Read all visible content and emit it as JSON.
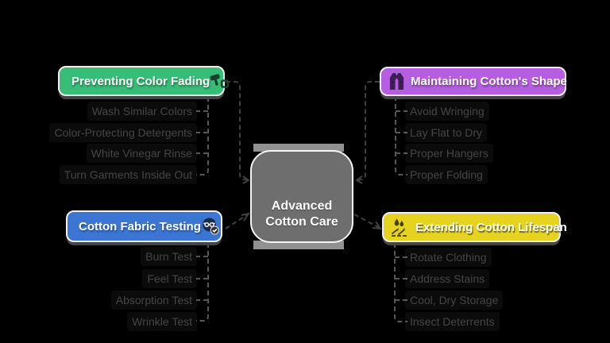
{
  "canvas": {
    "background_color": "#000000"
  },
  "center": {
    "title_line1": "Advanced",
    "title_line2": "Cotton Care",
    "fill_color": "#6e6e6e",
    "border_color": "#f5f5f5",
    "text_color": "#ffffff"
  },
  "branches": [
    {
      "label": "Preventing Color Fading",
      "color": "#38bd76",
      "icon": "paint-roller-swatch-icon",
      "icon_side": "right",
      "position": "top-left",
      "children": [
        "Wash Similar Colors",
        "Color-Protecting Detergents",
        "White Vinegar Rinse",
        "Turn Garments Inside Out"
      ]
    },
    {
      "label": "Maintaining Cotton's Shape",
      "color": "#b55fe0",
      "icon": "vest-icon",
      "icon_side": "left",
      "position": "top-right",
      "children": [
        "Avoid Wringing",
        "Lay Flat to Dry",
        "Proper Hangers",
        "Proper Folding"
      ]
    },
    {
      "label": "Cotton Fabric Testing",
      "color": "#3c76d4",
      "icon": "inspector-check-icon",
      "icon_side": "right",
      "position": "bottom-left",
      "children": [
        "Burn Test",
        "Feel Test",
        "Absorption Test",
        "Wrinkle Test"
      ]
    },
    {
      "label": "Extending Cotton Lifespan",
      "color": "#e6d31f",
      "icon": "moisture-wicking-icon",
      "icon_side": "left",
      "position": "bottom-right",
      "children": [
        "Rotate Clothing",
        "Address Stains",
        "Cool, Dry Storage",
        "Insect Deterrents"
      ]
    }
  ],
  "connector_colors": {
    "main": "#3f3f3f",
    "sub": "#565656"
  },
  "subitem_text_color": "#454545"
}
